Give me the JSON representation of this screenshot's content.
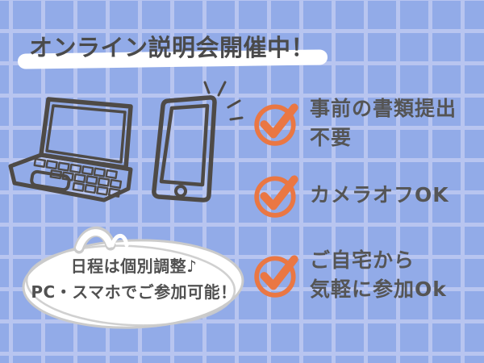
{
  "page": {
    "background_color": "#92abe8",
    "grid_line_color": "#b8c5f0",
    "sketch_stroke_color": "#4e4a46"
  },
  "title": {
    "text": "オンライン説明会開催中！",
    "text_color": "#4a4a4a",
    "highlight_color": "#ffffff"
  },
  "checklist": {
    "check_color": "#ea7743",
    "text_color": "#555555",
    "items": [
      {
        "lines": [
          "事前の書類提出",
          "不要"
        ]
      },
      {
        "lines": [
          "カメラオフOK"
        ]
      },
      {
        "lines": [
          "ご自宅から",
          "気軽に参加Ok"
        ]
      }
    ]
  },
  "speech_bubble": {
    "fill": "#ffffff",
    "outline_color": "#cbcbcb",
    "text_color": "#515151",
    "lines": [
      "日程は個別調整♪",
      "PC・スマホでご参加可能！"
    ]
  },
  "illustration": {
    "items": [
      "laptop-sketch",
      "smartphone-sketch",
      "sparkle-lines"
    ]
  }
}
